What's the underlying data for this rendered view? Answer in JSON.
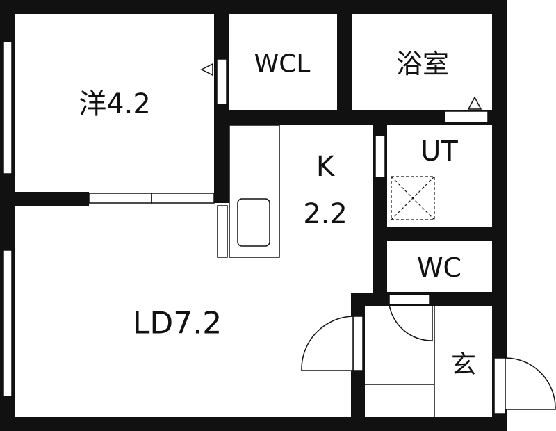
{
  "rooms": {
    "western_room": "洋4.2",
    "walk_in_closet": "WCL",
    "bathroom": "浴室",
    "kitchen_name": "K",
    "kitchen_size": "2.2",
    "utility": "UT",
    "toilet": "WC",
    "living_dining": "LD7.2",
    "entrance": "玄"
  },
  "colors": {
    "wall": "#111111",
    "background": "#ffffff",
    "fixture_line": "#111111"
  }
}
